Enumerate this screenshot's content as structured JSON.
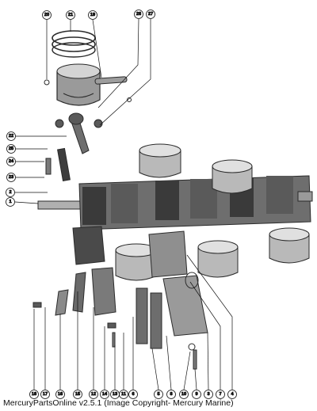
{
  "footer": {
    "caption": "MercuryPartsOnline v2.5.1 (Image Copyright- Mercury Marine)"
  },
  "callouts": [
    "20",
    "21",
    "19",
    "26",
    "27",
    "22",
    "25",
    "24",
    "23",
    "2",
    "1",
    "18",
    "17",
    "16",
    "15",
    "12",
    "14",
    "13",
    "11",
    "6",
    "5",
    "8",
    "10",
    "9",
    "3",
    "7",
    "4"
  ],
  "colors": {
    "ink": "#111111",
    "part_dark": "#2b2b2b",
    "part_mid": "#6e6e6e",
    "part_light": "#bdbdbd",
    "background": "#ffffff"
  }
}
